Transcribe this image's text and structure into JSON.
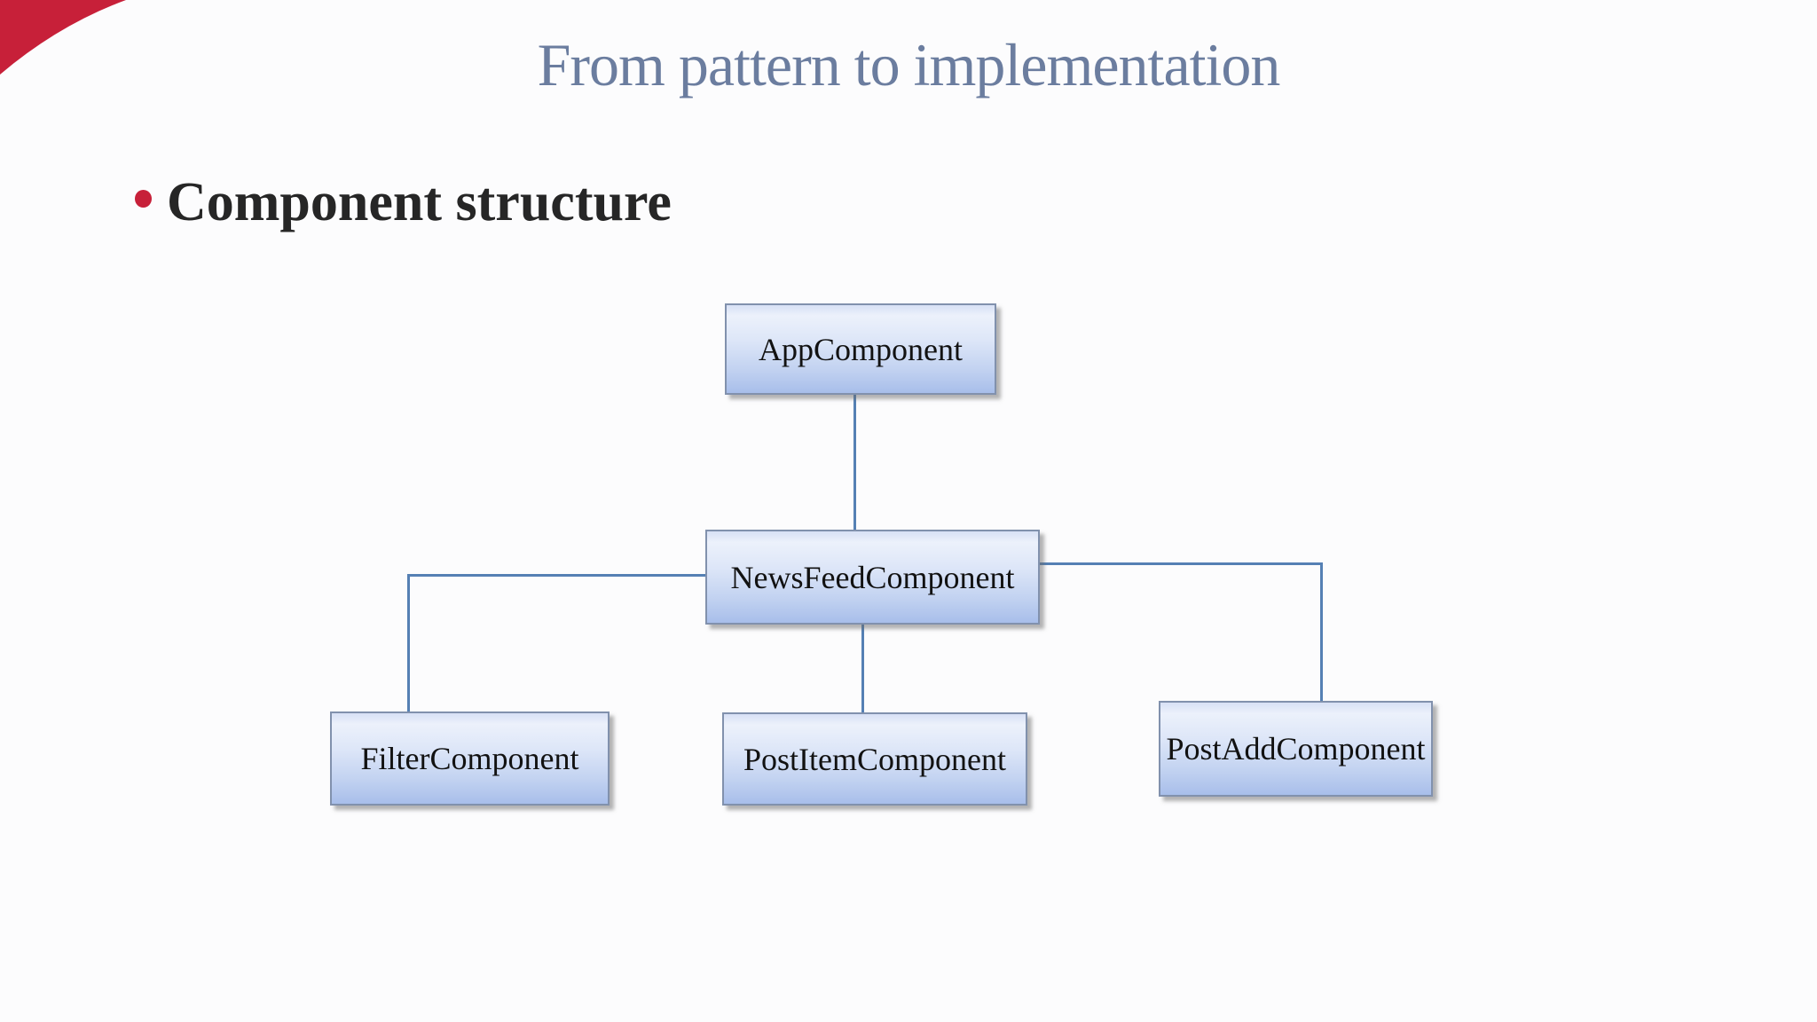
{
  "slide": {
    "title": "From pattern to implementation",
    "bullet": {
      "marker": "red-dot",
      "label": "Component structure"
    },
    "colors": {
      "accent_red": "#c72039",
      "title_blue": "#6b7d9f",
      "connector_blue": "#5580b4",
      "node_border": "#8191ad",
      "node_fill_top": "#ecf1fb",
      "node_fill_bottom": "#a8beea",
      "text_dark": "#262626",
      "background": "#fcfcfd"
    },
    "diagram": {
      "type": "tree",
      "nodes": [
        {
          "id": "app",
          "label": "AppComponent"
        },
        {
          "id": "newsfeed",
          "label": "NewsFeedComponent"
        },
        {
          "id": "filter",
          "label": "FilterComponent"
        },
        {
          "id": "postitem",
          "label": "PostItemComponent"
        },
        {
          "id": "postadd",
          "label": "PostAddComponent"
        }
      ],
      "edges": [
        {
          "from": "AppComponent",
          "to": "NewsFeedComponent"
        },
        {
          "from": "NewsFeedComponent",
          "to": "FilterComponent"
        },
        {
          "from": "NewsFeedComponent",
          "to": "PostItemComponent"
        },
        {
          "from": "NewsFeedComponent",
          "to": "PostAddComponent"
        }
      ]
    }
  }
}
